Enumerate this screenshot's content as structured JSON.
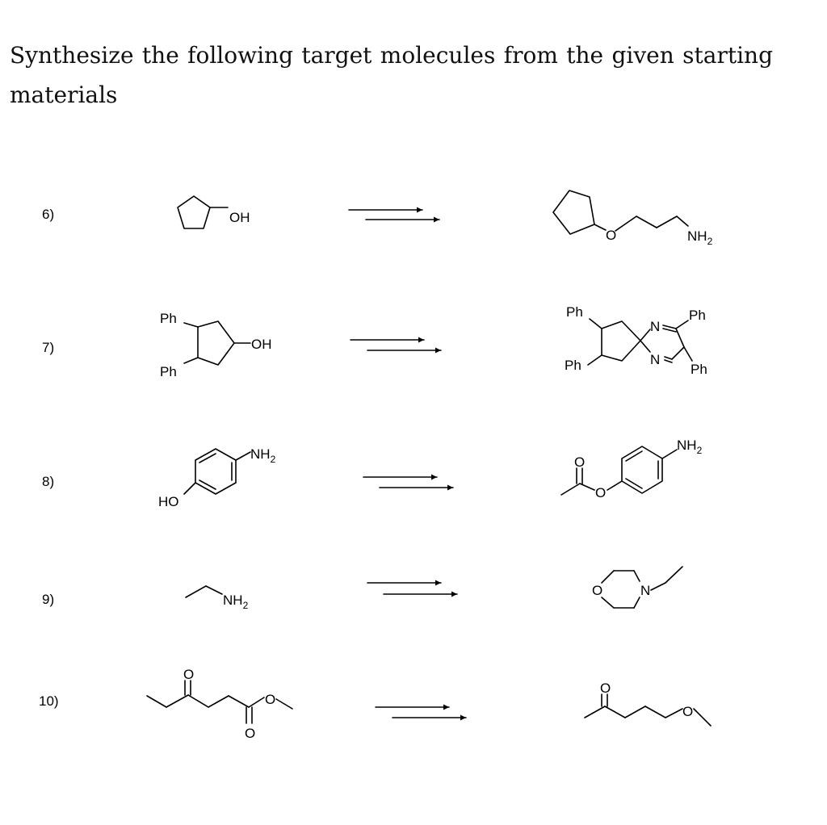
{
  "instruction": "Synthesize the following target molecules from the given starting materials",
  "problems": [
    {
      "number": "6)",
      "start": {
        "labels": {
          "oh": "OH"
        }
      },
      "target": {
        "labels": {
          "o": "O",
          "nh2": "NH2"
        }
      }
    },
    {
      "number": "7)",
      "start": {
        "labels": {
          "ph_top": "Ph",
          "ph_bottom": "Ph",
          "oh": "OH"
        }
      },
      "target": {
        "labels": {
          "ph_top": "Ph",
          "ph_bottom": "Ph",
          "n_top": "N",
          "n_bottom": "N",
          "ph_right_top": "Ph",
          "ph_right_bottom": "Ph"
        }
      }
    },
    {
      "number": "8)",
      "start": {
        "labels": {
          "nh2": "NH2",
          "ho": "HO"
        }
      },
      "target": {
        "labels": {
          "o_carbonyl": "O",
          "o_ester": "O",
          "nh2": "NH2"
        }
      }
    },
    {
      "number": "9)",
      "start": {
        "labels": {
          "nh2": "NH2"
        }
      },
      "target": {
        "labels": {
          "o": "O",
          "n": "N"
        }
      }
    },
    {
      "number": "10)",
      "start": {
        "labels": {
          "o_ketone": "O",
          "o_ester_carbonyl": "O",
          "o_ester": "O"
        }
      },
      "target": {
        "labels": {
          "o_ketone": "O",
          "o_ether": "O"
        }
      }
    }
  ]
}
